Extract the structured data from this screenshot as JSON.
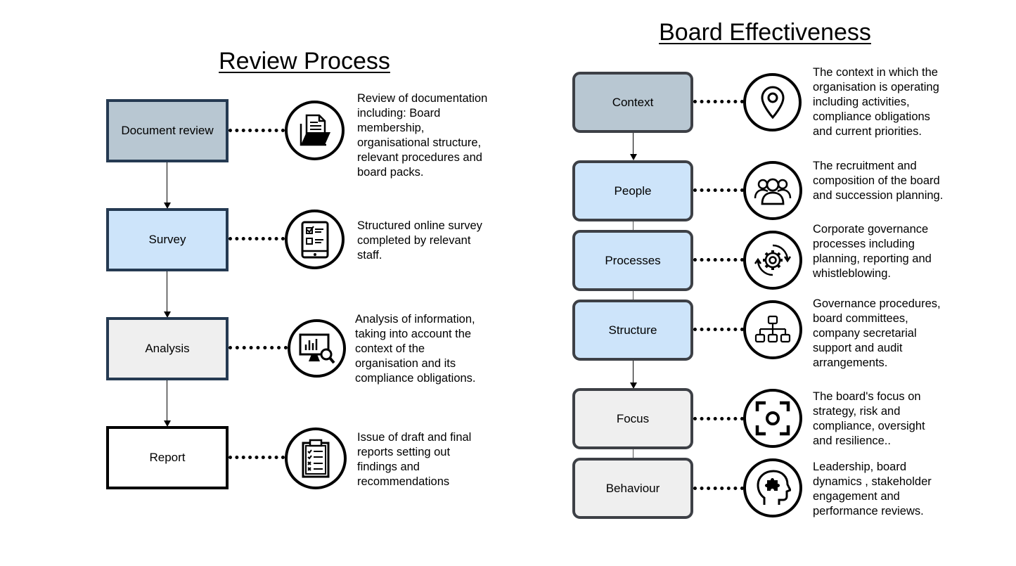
{
  "review_process": {
    "title": "Review Process",
    "steps": [
      {
        "label": "Document review",
        "icon": "document-folder-icon",
        "description": "Review of documentation\nincluding: Board\nmembership,\norganisational structure,\nrelevant procedures and\nboard packs."
      },
      {
        "label": "Survey",
        "icon": "tablet-checklist-icon",
        "description": "Structured online survey\ncompleted by relevant\nstaff."
      },
      {
        "label": "Analysis",
        "icon": "monitor-analytics-icon",
        "description": "Analysis of information,\ntaking into account the\ncontext of the\norganisation and its\ncompliance obligations."
      },
      {
        "label": "Report",
        "icon": "clipboard-checklist-icon",
        "description": "Issue of draft and final\nreports setting out\nfindings and\nrecommendations"
      }
    ]
  },
  "board_effectiveness": {
    "title": "Board Effectiveness",
    "items": [
      {
        "label": "Context",
        "icon": "location-pin-icon",
        "description": "The  context in which the\norganisation is operating\nincluding activities,\ncompliance obligations\nand current priorities."
      },
      {
        "label": "People",
        "icon": "people-group-icon",
        "description": "The recruitment and\ncomposition of the board\nand succession planning."
      },
      {
        "label": "Processes",
        "icon": "gear-cycle-icon",
        "description": "Corporate governance\nprocesses including\nplanning, reporting and\nwhistleblowing."
      },
      {
        "label": "Structure",
        "icon": "org-chart-icon",
        "description": "Governance procedures,\nboard committees,\ncompany secretarial\nsupport and audit\narrangements."
      },
      {
        "label": "Focus",
        "icon": "focus-target-icon",
        "description": "The board's focus on\nstrategy, risk and\ncompliance, oversight\nand resilience.."
      },
      {
        "label": "Behaviour",
        "icon": "head-puzzle-icon",
        "description": "Leadership, board\ndynamics , stakeholder\nengagement and\nperformance reviews."
      }
    ]
  },
  "colors": {
    "steel": "#b8c7d2",
    "light_blue": "#cde4fa",
    "light_gray": "#efefef",
    "navy_border": "#253a52",
    "dark_border": "#3d4046"
  }
}
